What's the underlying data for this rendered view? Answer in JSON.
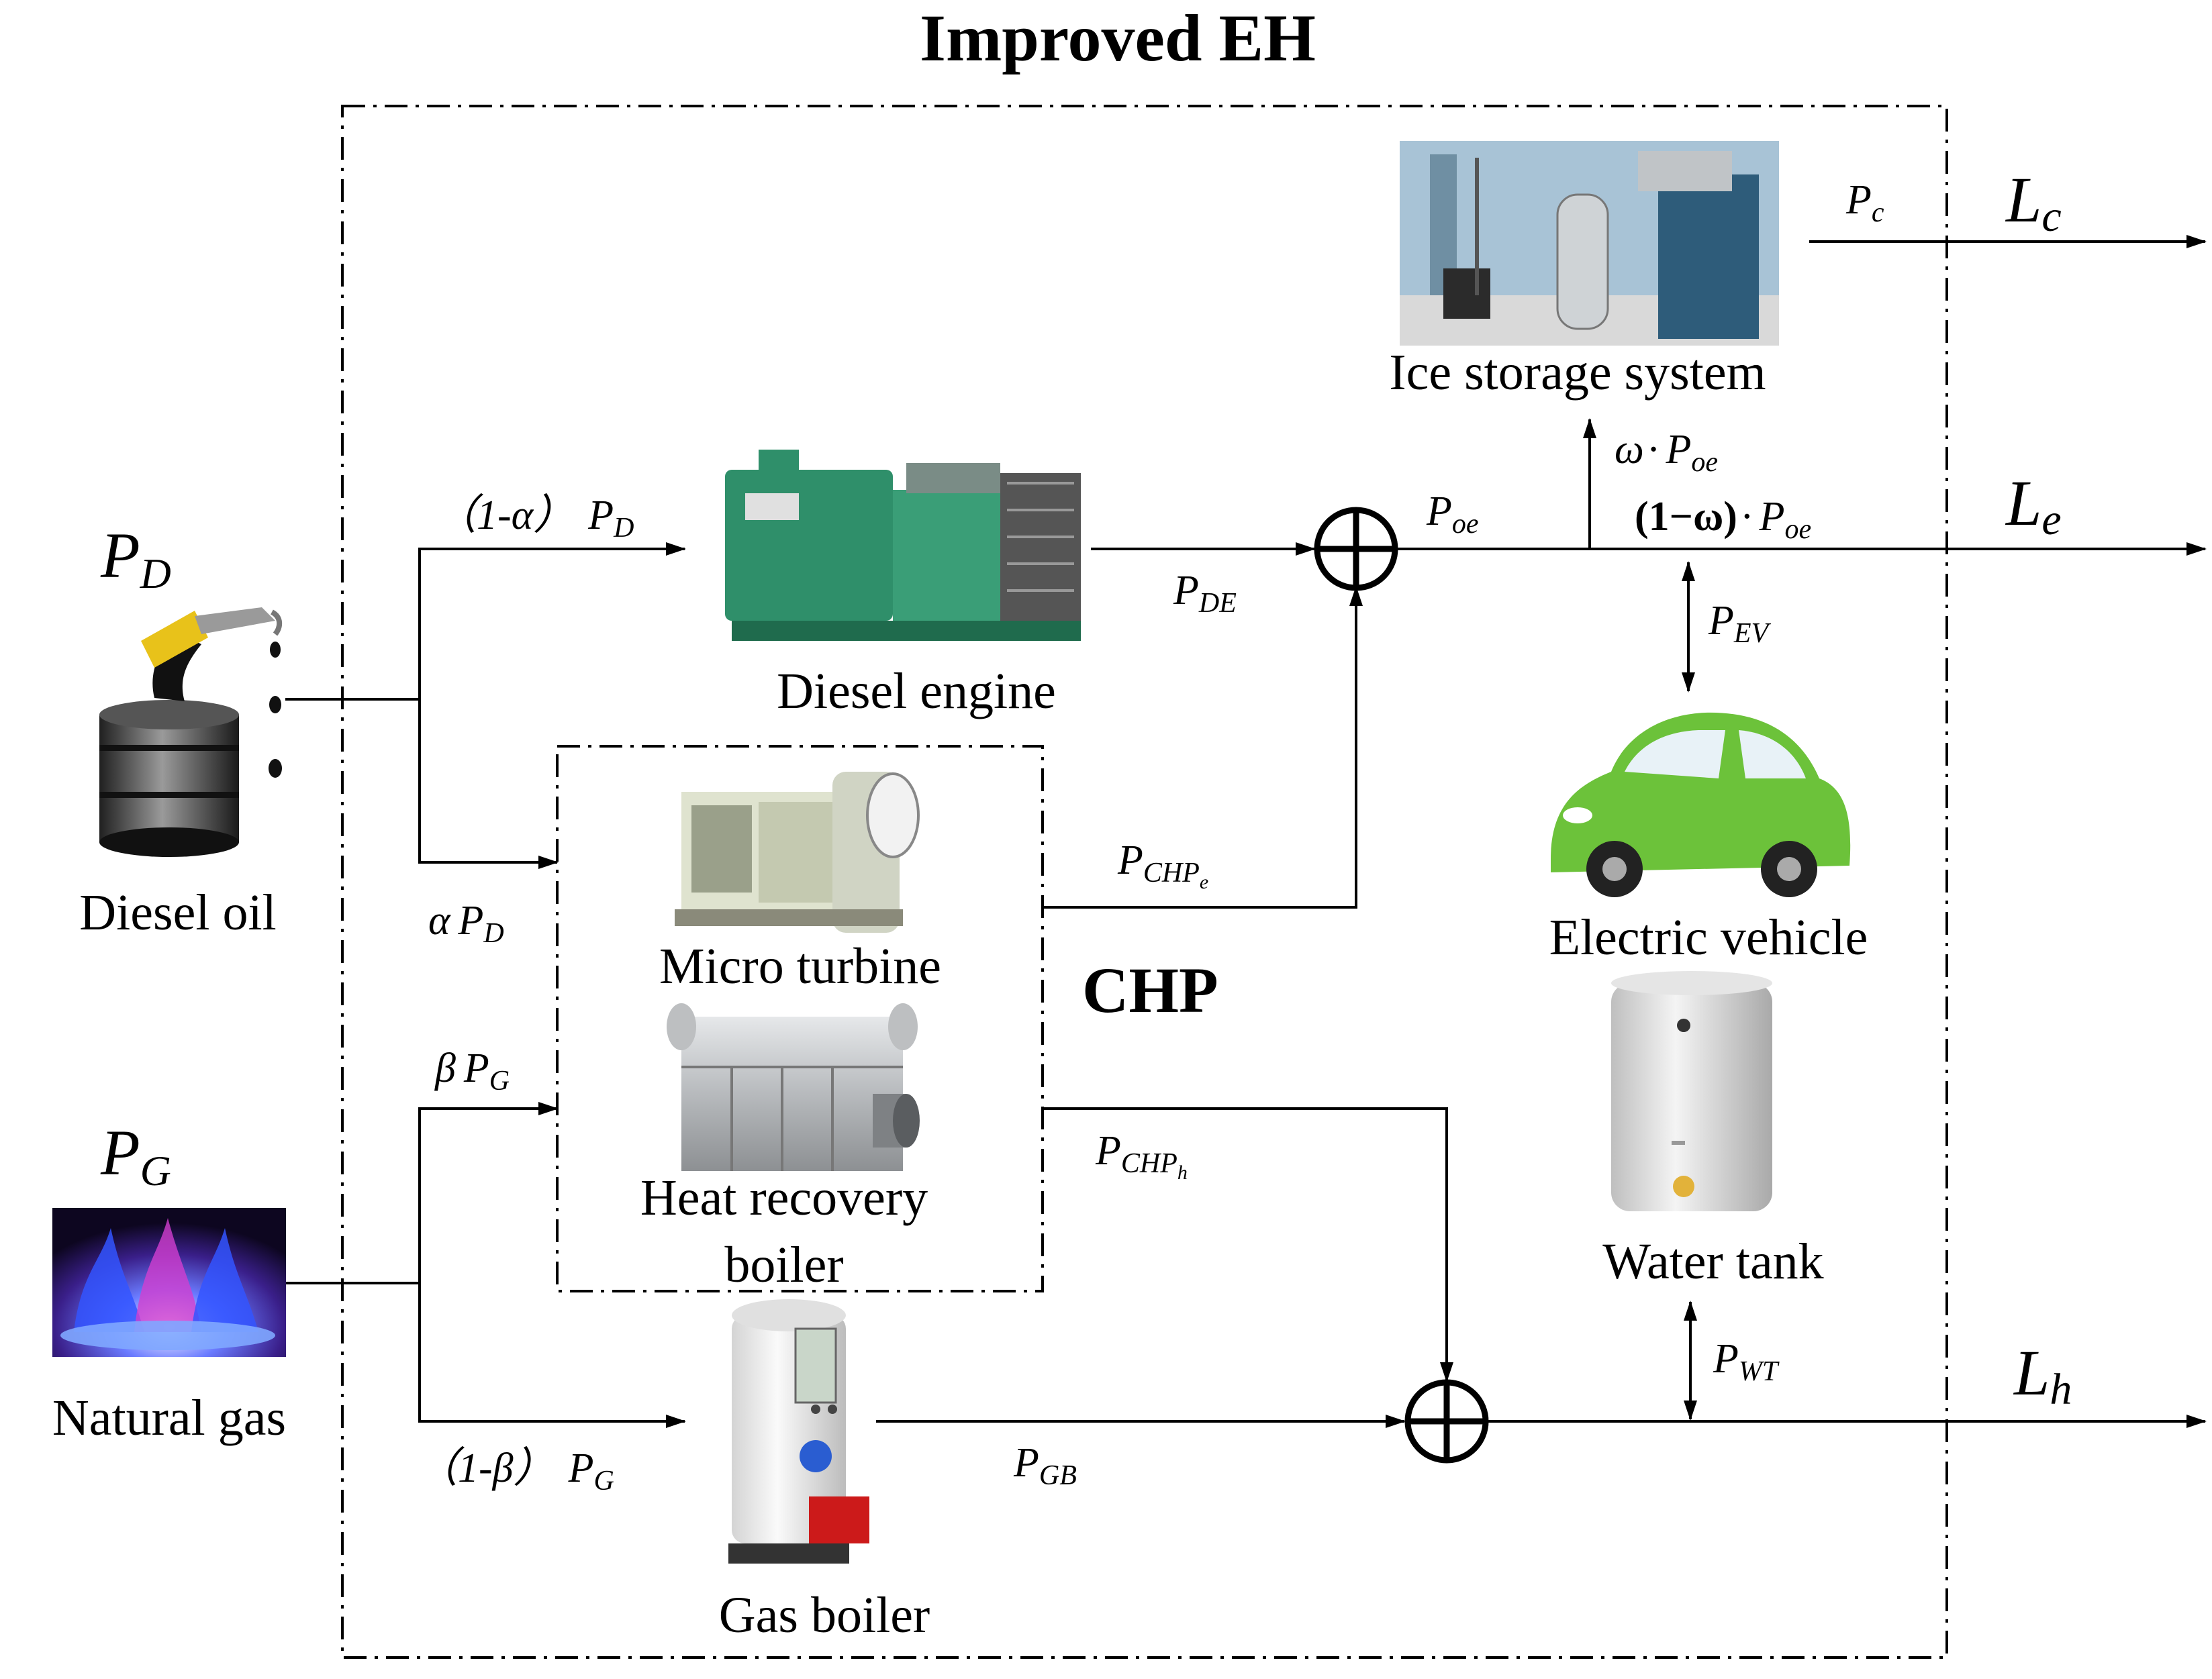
{
  "title": "Improved EH",
  "inputs": {
    "diesel": {
      "symbol_main": "P",
      "symbol_sub": "D",
      "label": "Diesel oil"
    },
    "gas": {
      "symbol_main": "P",
      "symbol_sub": "G",
      "label": "Natural gas"
    }
  },
  "components": {
    "diesel_engine": "Diesel engine",
    "micro_turbine": "Micro turbine",
    "heat_recovery_boiler_line1": "Heat recovery",
    "heat_recovery_boiler_line2": "boiler",
    "chp": "CHP",
    "gas_boiler": "Gas boiler",
    "ice_storage": "Ice storage system",
    "electric_vehicle": "Electric vehicle",
    "water_tank": "Water tank"
  },
  "flows": {
    "one_minus_alpha": {
      "pre": "（1-",
      "greek": "α",
      "post": "）",
      "main": "P",
      "sub": "D"
    },
    "alpha": {
      "greek": "α",
      "main": "P",
      "sub": "D"
    },
    "beta": {
      "greek": "β",
      "main": "P",
      "sub": "G"
    },
    "one_minus_beta": {
      "pre": "（1-",
      "greek": "β",
      "post": "）",
      "main": "P",
      "sub": "G"
    },
    "p_de": {
      "main": "P",
      "sub": "DE"
    },
    "p_chp_e": {
      "main": "P",
      "sub": "CHP",
      "subsub": "e"
    },
    "p_chp_h": {
      "main": "P",
      "sub": "CHP",
      "subsub": "h"
    },
    "p_gb": {
      "main": "P",
      "sub": "GB"
    },
    "p_oe": {
      "main": "P",
      "sub": "oe"
    },
    "omega_p_oe": {
      "greek": "ω",
      "dot": "·",
      "main": "P",
      "sub": "oe"
    },
    "one_minus_omega_p_oe": {
      "pre": "(1−ω)",
      "dot": "·",
      "main": "P",
      "sub": "oe"
    },
    "p_ev": {
      "main": "P",
      "sub": "EV"
    },
    "p_wt": {
      "main": "P",
      "sub": "WT"
    },
    "p_c": {
      "main": "P",
      "sub": "c"
    }
  },
  "outputs": {
    "cooling": {
      "main": "L",
      "sub": "c"
    },
    "electric": {
      "main": "L",
      "sub": "e"
    },
    "heat": {
      "main": "L",
      "sub": "h"
    }
  },
  "colors": {
    "line": "#000000",
    "engine_green": "#2f8f6a",
    "car_green": "#6cc23a",
    "flame_blue": "#3355ff",
    "flame_magenta": "#d23fd0",
    "barrel": "#4a4a4a",
    "nozzle_yellow": "#e8c21a",
    "boiler_silver": "#c9ccce",
    "turbine_cream": "#dfe3cf",
    "ice_room_wall": "#a8c3d6",
    "gas_boiler_red": "#cc1a1a"
  },
  "icons": [
    "diesel-barrel-nozzle-icon",
    "gas-flame-icon",
    "diesel-generator-icon",
    "micro-turbine-icon",
    "heat-recovery-boiler-icon",
    "gas-boiler-icon",
    "ice-storage-system-icon",
    "electric-car-icon",
    "water-tank-icon",
    "summing-junction-icon"
  ]
}
